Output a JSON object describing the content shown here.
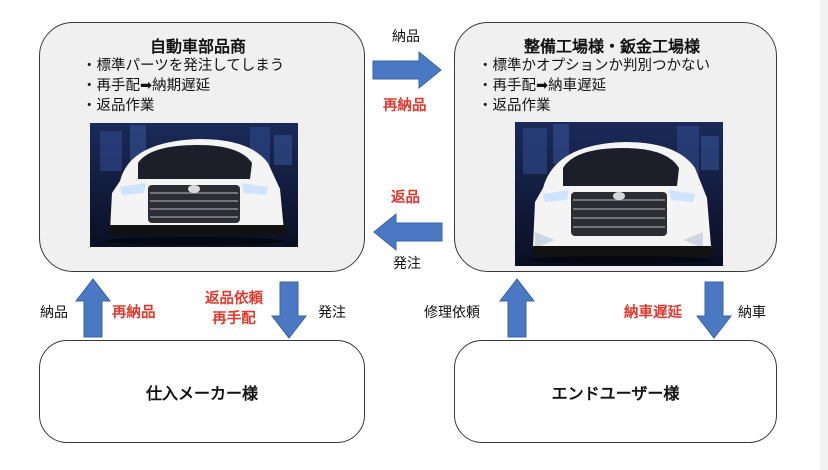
{
  "left_box": {
    "title": "自動車部品商",
    "bullets": [
      "・標準パーツを発注してしまう",
      "・再手配➡納期遅延",
      "・返品作業"
    ]
  },
  "right_box": {
    "title": "整備工場様・鈑金工場様",
    "bullets": [
      "・標準かオプションか判別つかない",
      "・再手配➡納車遅延",
      "・返品作業"
    ]
  },
  "bottom_left": {
    "title": "仕入メーカー様"
  },
  "bottom_right": {
    "title": "エンドユーザー様"
  },
  "arrows": {
    "top_right_label": "納品",
    "top_right_red": "再納品",
    "top_left_red": "返品",
    "top_left_label": "発注",
    "left_up_label": "納品",
    "left_up_red": "再納品",
    "left_down_red_1": "返品依頼",
    "left_down_red_2": "再手配",
    "left_down_label": "発注",
    "right_up_label": "修理依頼",
    "right_down_red": "納車遅延",
    "right_down_label": "納車"
  },
  "colors": {
    "arrow": "#4a78c2",
    "red_text": "#e03a2f",
    "box_fill": "#f0f0f0"
  }
}
